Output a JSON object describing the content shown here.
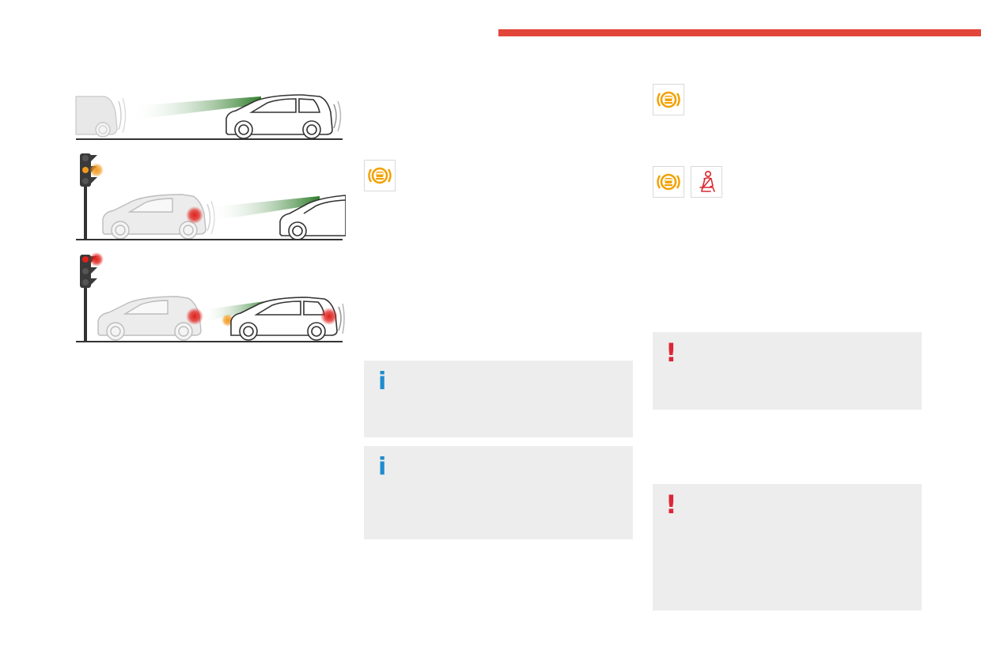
{
  "colors": {
    "accent_bar": "#e2463a",
    "info_blue": "#1f8ccd",
    "warning_red": "#dc2737",
    "warning_amber": "#f2a100",
    "seatbelt_red": "#d9282f",
    "box_grey": "#ededed",
    "beam_green": "#2e7d2a"
  },
  "icons": {
    "emergency_brake": "emergency-brake-warning-icon",
    "seatbelt": "seatbelt-warning-icon",
    "info": "info-icon",
    "warning": "exclamation-warning-icon"
  },
  "illustration": {
    "scenes": [
      "distance-monitoring",
      "collision-alert",
      "emergency-braking"
    ]
  }
}
